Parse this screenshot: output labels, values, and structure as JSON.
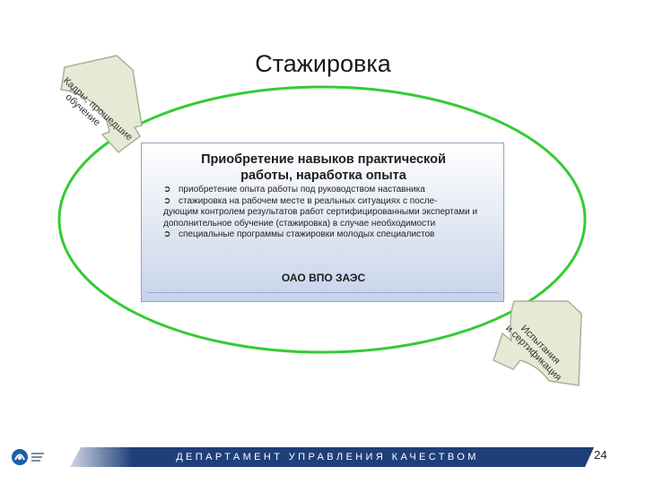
{
  "slide": {
    "title": "Стажировка"
  },
  "arrows": {
    "top_left": {
      "line1": "Кадры, прошедшие",
      "line2": "обучение",
      "fill": "#e6ead5",
      "stroke": "#a9b19a"
    },
    "bottom_right": {
      "line1": "Испытания",
      "line2": "и сертификация",
      "fill": "#e6ead5",
      "stroke": "#a9b19a"
    }
  },
  "ellipse": {
    "stroke": "#33cc33"
  },
  "box": {
    "heading_line1": "Приобретение навыков практической",
    "heading_line2": "работы, наработка опыта",
    "bullet_glyph": "➲",
    "items": [
      {
        "line1": "приобретение опыта работы под руководством наставника",
        "rest": ""
      },
      {
        "line1": "стажировка на рабочем месте в реальных ситуациях с после-",
        "rest": "дующим контролем результатов работ сертифицированными экспертами и дополнительное обучение (стажировка) в случае необходимости"
      },
      {
        "line1": "специальные программы стажировки молодых специалистов",
        "rest": ""
      }
    ],
    "organization": "ОАО ВПО ЗАЭС"
  },
  "footer": {
    "department": "ДЕПАРТАМЕНТ УПРАВЛЕНИЯ КАЧЕСТВОМ",
    "page_number": "24",
    "bar_color": "#1f3f7a"
  }
}
